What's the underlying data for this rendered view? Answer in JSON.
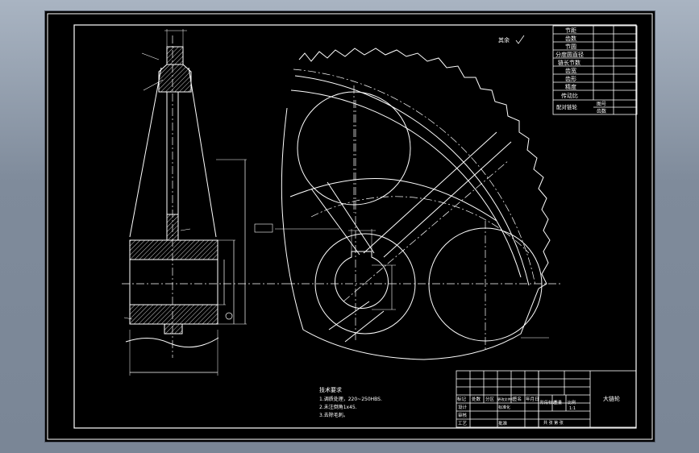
{
  "drawing": {
    "title": "大链轮",
    "roughness_note": "其余",
    "tech_requirements": {
      "heading": "技术要求",
      "items": [
        "1.调质处理，220~250HBS.",
        "2.未注倒角1x45.",
        "3.去除毛刺。"
      ]
    },
    "param_table": [
      {
        "label": "节距",
        "value": ""
      },
      {
        "label": "齿数",
        "value": ""
      },
      {
        "label": "节圆",
        "value": ""
      },
      {
        "label": "分度圆直径",
        "value": ""
      },
      {
        "label": "链长节数",
        "value": ""
      },
      {
        "label": "齿宽",
        "value": ""
      },
      {
        "label": "齿形",
        "value": ""
      },
      {
        "label": "精度",
        "value": ""
      },
      {
        "label": "传动比",
        "value": ""
      }
    ],
    "param_table_last": {
      "label": "配对链轮",
      "sub": [
        "图号",
        "齿数"
      ]
    },
    "title_block": {
      "cells": [
        "标记",
        "处数",
        "分区",
        "更改文件号",
        "签名",
        "年月日"
      ],
      "row_labels": [
        "设计",
        "审核",
        "工艺"
      ],
      "std_label": "标准化",
      "batch_labels": [
        "阶段标记",
        "重量",
        "比例"
      ],
      "scale": "1:1",
      "sheet_info": "共 张 第 张",
      "approve_label": "批准"
    }
  },
  "colors": {
    "drawing_bg": "#000000",
    "line": "#ffffff",
    "window_frame": "#8a96a6"
  }
}
